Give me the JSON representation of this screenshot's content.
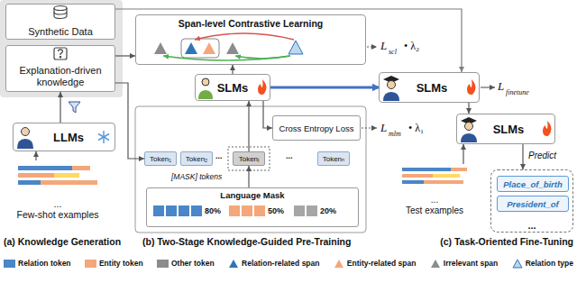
{
  "diagram": {
    "nodes": [
      {
        "text": [
          "Synthetic Data"
        ]
      },
      {
        "text": [
          "Explanation-driven knowledge"
        ]
      },
      {
        "text": [
          "LLMs"
        ]
      },
      {
        "text": [
          "...",
          "Few-shot examples"
        ]
      },
      {
        "text": [
          "Span-level Contrastive Learning"
        ]
      },
      {
        "text": [
          "SLMs"
        ]
      },
      {
        "text": [
          "Cross Entropy Loss"
        ]
      },
      {
        "text": [
          "Token₁"
        ]
      },
      {
        "text": [
          "Token₂"
        ]
      },
      {
        "text": [
          "Tokenᵢ"
        ]
      },
      {
        "text": [
          "Tokenₙ"
        ]
      },
      {
        "text": [
          "Language Mask"
        ]
      },
      {
        "text": [
          "SLMs"
        ]
      },
      {
        "text": [
          "SLMs"
        ]
      },
      {
        "text": [
          "...",
          "Test examples"
        ]
      },
      {
        "text": [
          "..."
        ]
      },
      {
        "text": [
          "Place_of_birth"
        ],
        "in": 15
      },
      {
        "text": [
          "President_of"
        ],
        "in": 15
      }
    ],
    "edges": [
      {
        "from": 3,
        "to": 2,
        "arrow": "to"
      },
      {
        "from": 2,
        "to": 1,
        "arrow": "to"
      },
      {
        "from": 1,
        "to": 4,
        "arrow": "to"
      },
      {
        "from": 1,
        "to": 7,
        "arrow": "to"
      },
      {
        "from": 0,
        "to": 12,
        "arrow": "to"
      },
      {
        "from": 11,
        "to": 9,
        "arrow": "to"
      },
      {
        "from": 9,
        "to": 5,
        "arrow": "to"
      },
      {
        "from": 5,
        "to": 4,
        "arrow": "to"
      },
      {
        "from": 5,
        "to": 6,
        "arrow": "to"
      },
      {
        "from": 5,
        "to": 12,
        "arrow": "to"
      },
      {
        "from": 12,
        "to": 13,
        "arrow": "to"
      },
      {
        "from": 14,
        "to": 13,
        "arrow": "to"
      },
      {
        "from": 13,
        "to": 15,
        "label": "Predict",
        "arrow": "to"
      }
    ],
    "labels": [
      "L",
      "scl",
      "• λ₂",
      "L",
      "mlm",
      "• λ₁",
      "L",
      "finetune",
      "...",
      "...",
      "[MASK] tokens",
      "80%",
      "50%",
      "20%",
      "(a) Knowledge Generation",
      "(b) Two-Stage Knowledge-Guided Pre-Training",
      "(c) Task-Oriented Fine-Tuning"
    ],
    "legend": [
      {
        "text": "Relation token",
        "color": "#4a86c8"
      },
      {
        "text": "Entity token",
        "color": "#f4a77a"
      },
      {
        "text": "Other token",
        "color": "#8c8c8c"
      },
      {
        "text": "Relation-related span"
      },
      {
        "text": "Entity-related span"
      },
      {
        "text": "Irrelevant span"
      },
      {
        "text": "Relation type"
      }
    ]
  }
}
